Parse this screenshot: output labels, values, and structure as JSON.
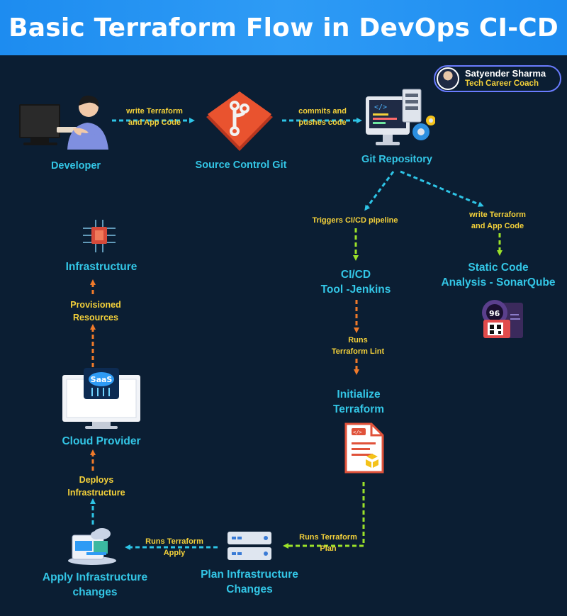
{
  "title": "Basic Terraform Flow in DevOps CI-CD",
  "author": {
    "name": "Satyender Sharma",
    "role": "Tech Career Coach"
  },
  "nodes": {
    "developer": "Developer",
    "source_control": "Source Control Git",
    "git_repo": "Git Repository",
    "cicd_line1": "CI/CD",
    "cicd_line2": "Tool -Jenkins",
    "static_line1": "Static Code",
    "static_line2": "Analysis - SonarQube",
    "init_line1": "Initialize",
    "init_line2": "Terraform",
    "plan_line1": "Plan Infrastructure",
    "plan_line2": "Changes",
    "apply_line1": "Apply Infrastructure",
    "apply_line2": "changes",
    "cloud": "Cloud Provider",
    "infrastructure": "Infrastructure"
  },
  "edges": {
    "dev_to_git_1": "write Terraform",
    "dev_to_git_2": "and App Code",
    "git_to_repo_1": "commits and",
    "git_to_repo_2": "pushes  code",
    "trigger": "Triggers CI/CD pipeline",
    "repo_to_static_1": "write Terraform",
    "repo_to_static_2": "and App Code",
    "lint_1": "Runs",
    "lint_2": "Terraform Lint",
    "plan_1": "Runs Terraform",
    "plan_2": "Plan",
    "apply_1": "Runs Terraform",
    "apply_2": "Apply",
    "deploy_1": "Deploys",
    "deploy_2": "Infrastructure",
    "provision_1": "Provisioned",
    "provision_2": "Resources"
  },
  "icon_labels": {
    "saas": "SaaS"
  },
  "colors": {
    "background": "#0b1e33",
    "header": "#1d8cf0",
    "node_label": "#33c6e6",
    "edge_label": "#f4d13a",
    "arrow_cyan": "#2ec4e6",
    "arrow_green": "#9be12a",
    "arrow_orange": "#f07a2a"
  }
}
